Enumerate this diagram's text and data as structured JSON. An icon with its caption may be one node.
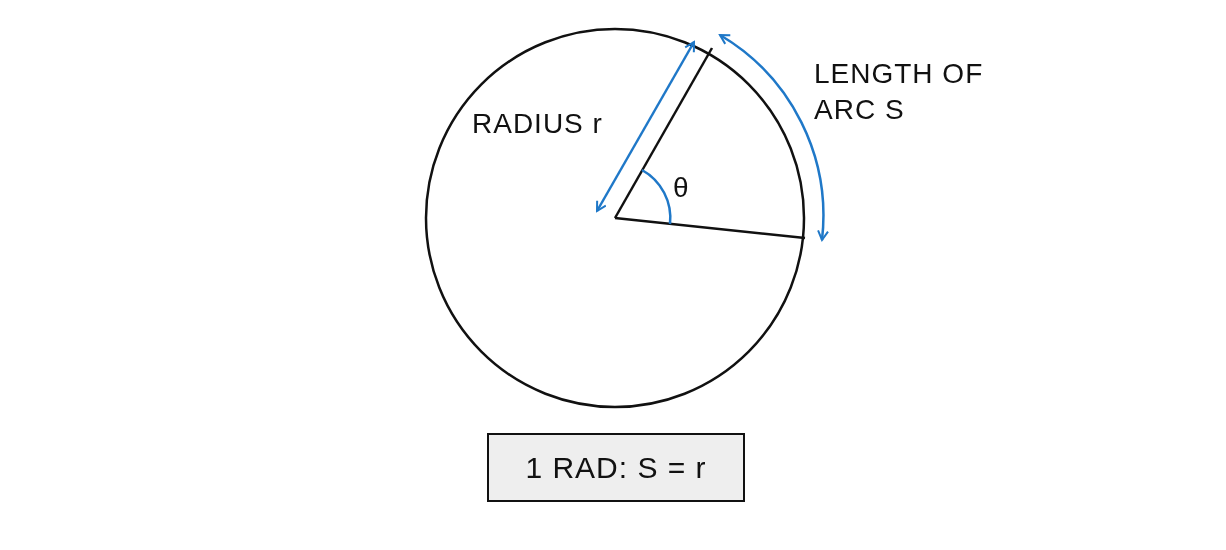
{
  "diagram": {
    "nodes": [
      {
        "text": [
          "1 RAD: S = r"
        ]
      }
    ],
    "labels": [
      "RADIUS r",
      "θ",
      "LENGTH OF ARC S"
    ]
  }
}
